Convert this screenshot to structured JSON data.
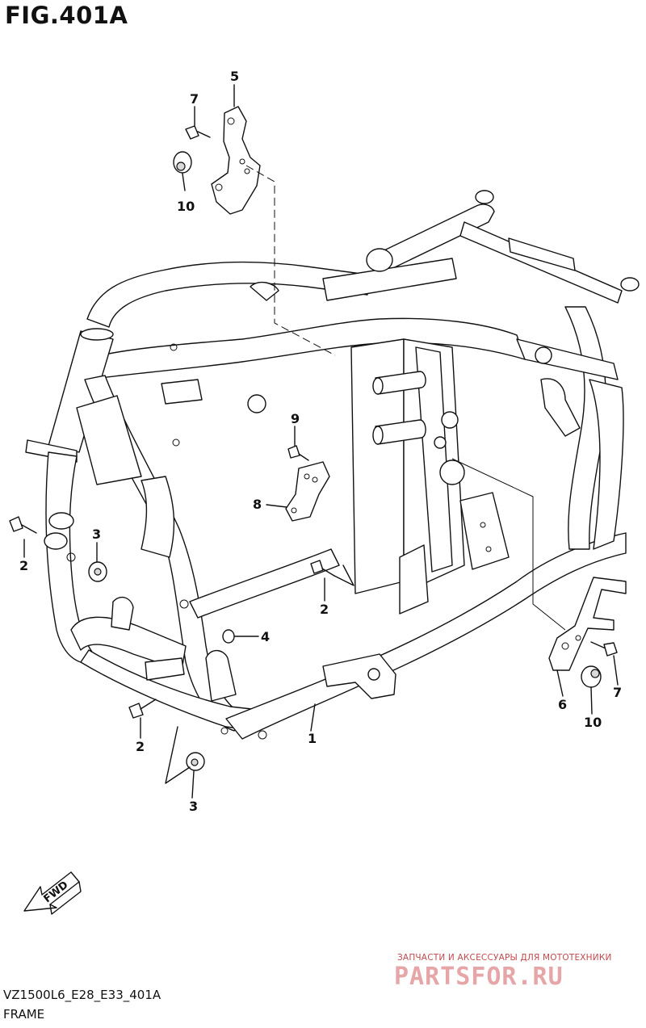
{
  "figure": {
    "title": "FIG.401A"
  },
  "footer": {
    "code": "VZ1500L6_E28_E33_401A",
    "name": "FRAME"
  },
  "watermark": {
    "tagline": "ЗАПЧАСТИ И АКСЕССУАРЫ ДЛЯ МОТОТЕХНИКИ",
    "logo": "PARTSFOR.RU"
  },
  "direction_arrow": {
    "label": "FWD"
  },
  "callouts": [
    {
      "id": "c5",
      "label": "5"
    },
    {
      "id": "c7a",
      "label": "7"
    },
    {
      "id": "c10a",
      "label": "10"
    },
    {
      "id": "c9",
      "label": "9"
    },
    {
      "id": "c8",
      "label": "8"
    },
    {
      "id": "c3a",
      "label": "3"
    },
    {
      "id": "c2a",
      "label": "2"
    },
    {
      "id": "c2b",
      "label": "2"
    },
    {
      "id": "c4",
      "label": "4"
    },
    {
      "id": "c2c",
      "label": "2"
    },
    {
      "id": "c1",
      "label": "1"
    },
    {
      "id": "c3b",
      "label": "3"
    },
    {
      "id": "c6",
      "label": "6"
    },
    {
      "id": "c7b",
      "label": "7"
    },
    {
      "id": "c10b",
      "label": "10"
    }
  ]
}
